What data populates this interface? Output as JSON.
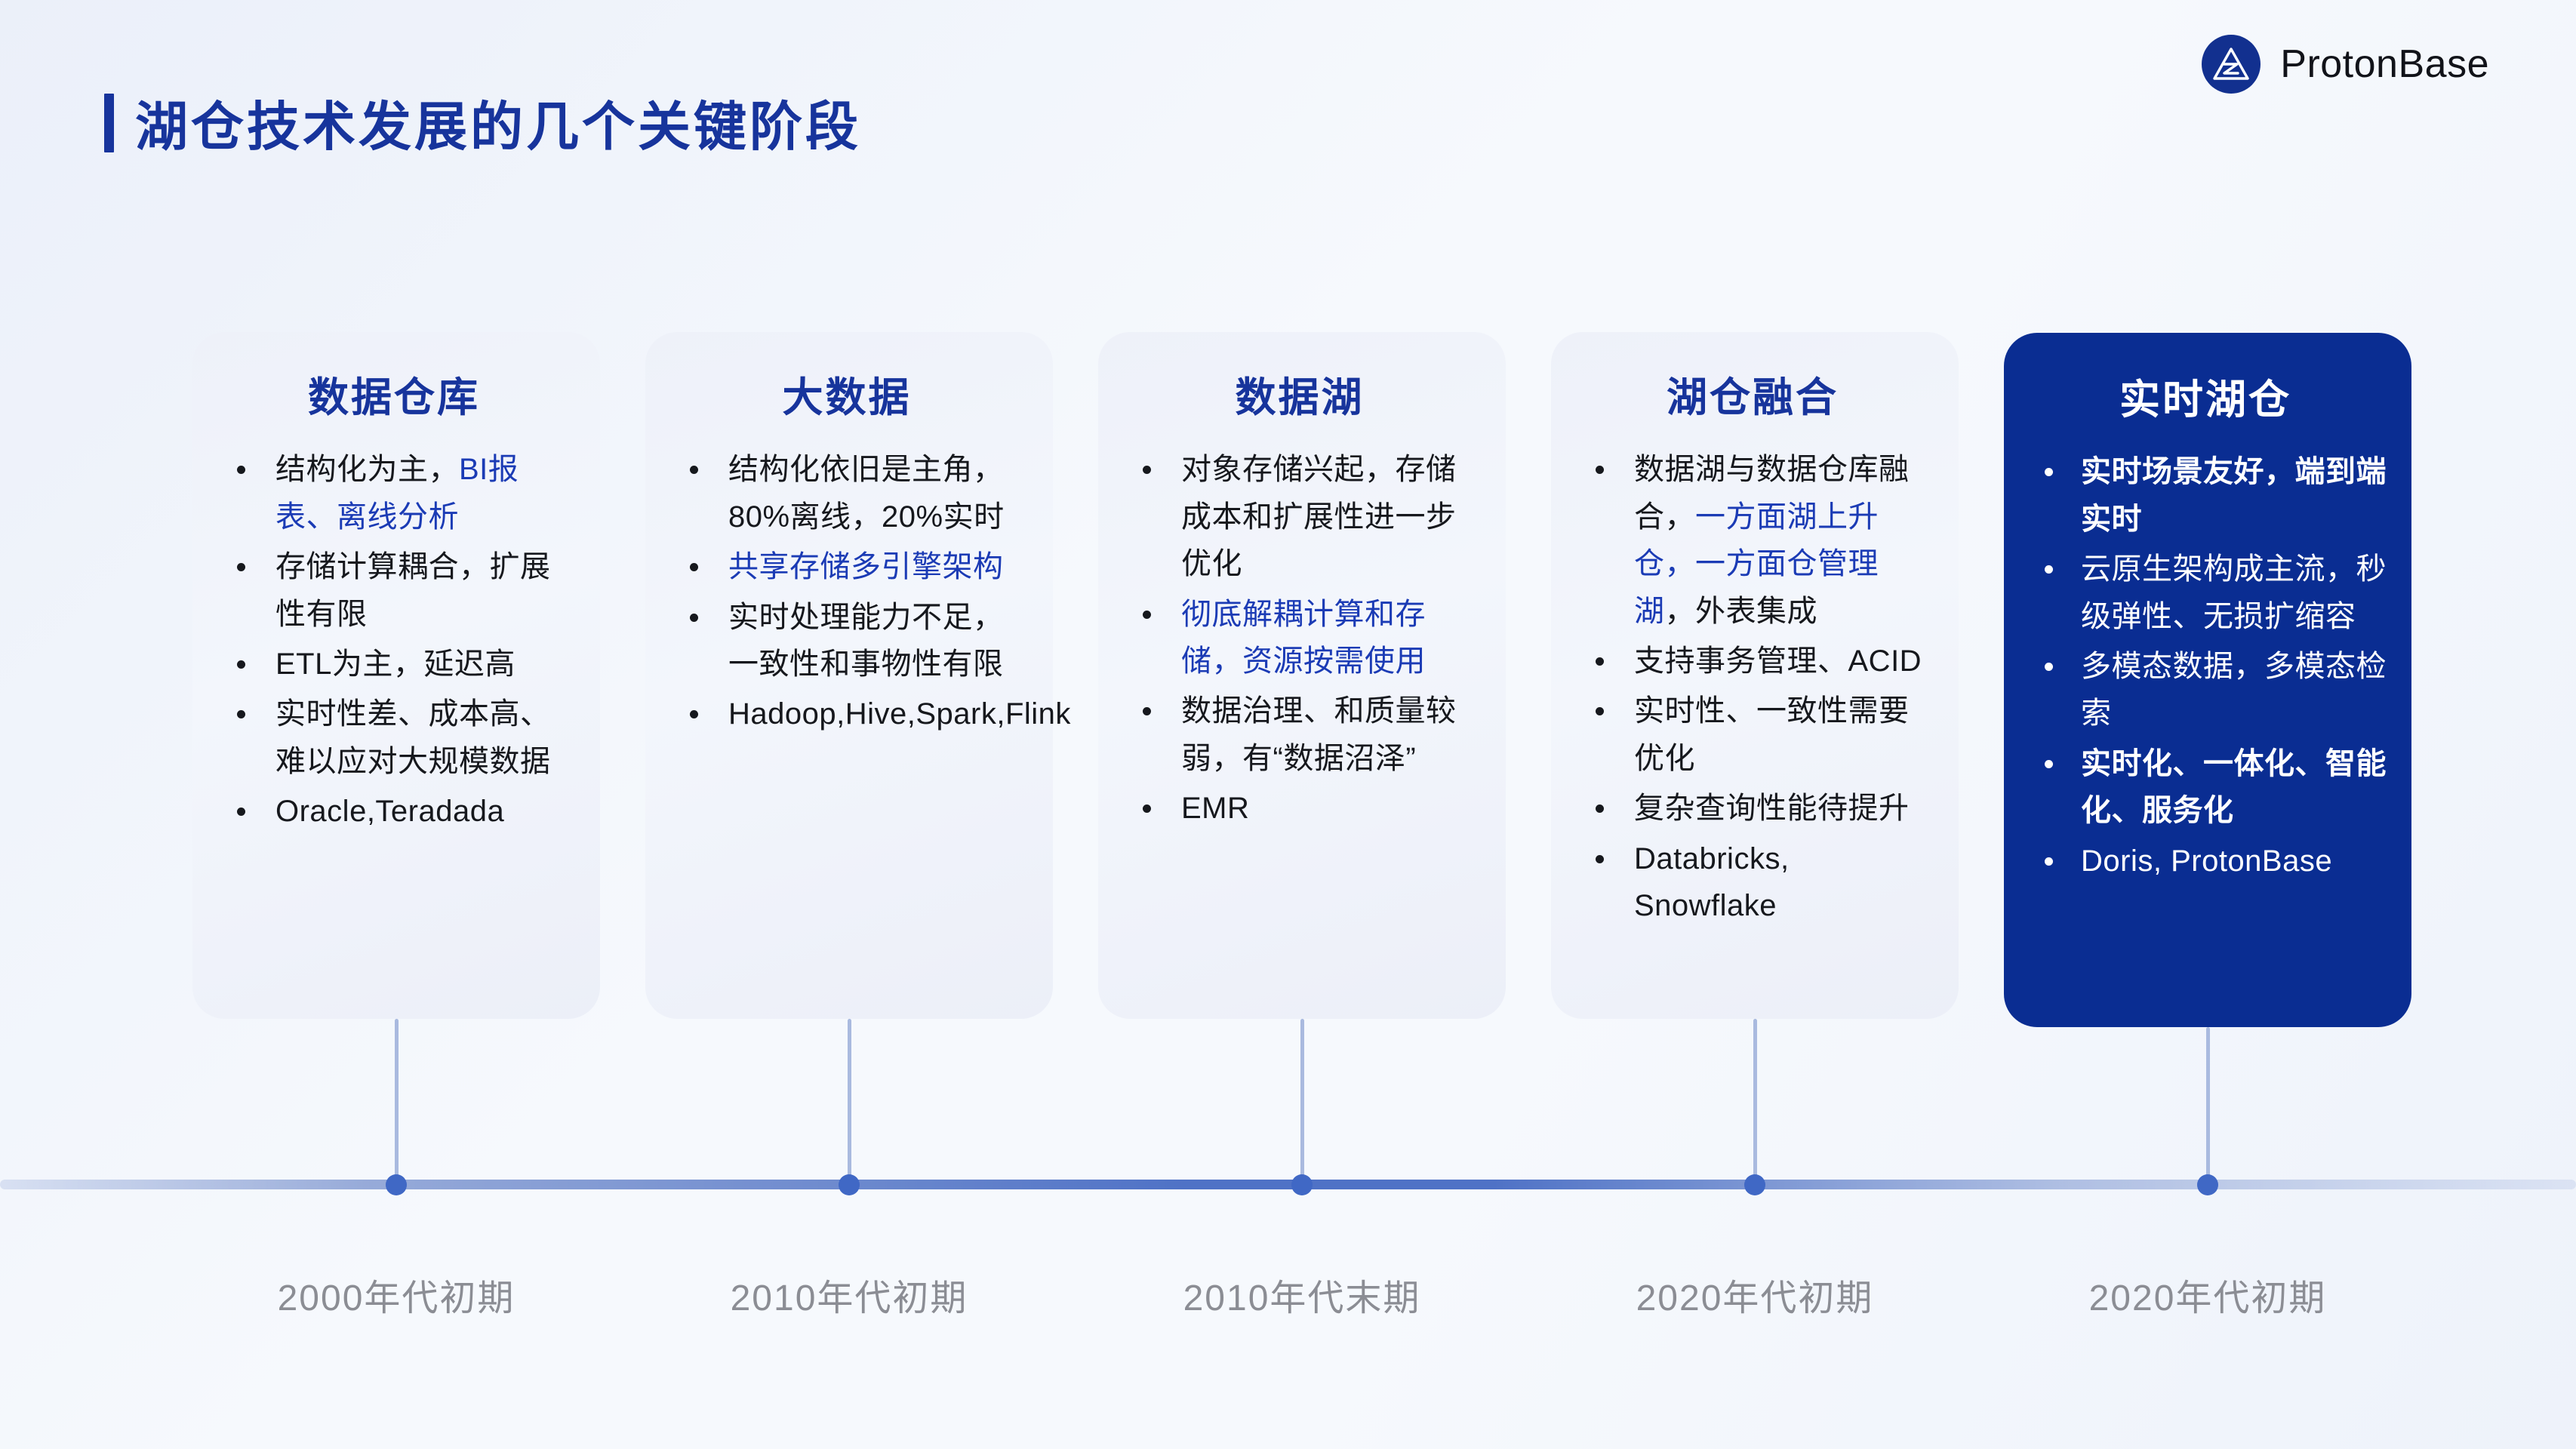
{
  "brand": {
    "name": "ProtonBase",
    "logo_icon": "protonbase-triangle-logo",
    "logo_circle_color": "#12308f"
  },
  "header": {
    "title": "湖仓技术发展的几个关键阶段",
    "accent_color": "#17349c"
  },
  "theme": {
    "page_bg": "#f6f9fd",
    "card_bg": "#eef1f9",
    "card_title_color": "#17349c",
    "highlight_text_color": "#1b3bb5",
    "active_card_bg": "#0a2d92",
    "active_card_text": "#ffffff",
    "timeline_color": "#4f72c6",
    "timeline_dot_color": "#4068c5",
    "year_label_color": "#8b8d94"
  },
  "stages": [
    {
      "title": "数据仓库",
      "year": "2000年代初期",
      "active": false,
      "bullets": [
        {
          "parts": [
            {
              "t": "结构化为主，",
              "hl": false
            },
            {
              "t": "BI报表、离线分析",
              "hl": true
            }
          ]
        },
        {
          "parts": [
            {
              "t": "存储计算耦合，扩展性有限",
              "hl": false
            }
          ]
        },
        {
          "parts": [
            {
              "t": "ETL为主，延迟高",
              "hl": false
            }
          ]
        },
        {
          "parts": [
            {
              "t": "实时性差、成本高、难以应对大规模数据",
              "hl": false
            }
          ]
        },
        {
          "parts": [
            {
              "t": "Oracle,Teradada",
              "hl": false
            }
          ]
        }
      ]
    },
    {
      "title": "大数据",
      "year": "2010年代初期",
      "active": false,
      "bullets": [
        {
          "parts": [
            {
              "t": "结构化依旧是主角，80%离线，20%实时",
              "hl": false
            }
          ]
        },
        {
          "parts": [
            {
              "t": "共享存储多引擎架构",
              "hl": true
            }
          ]
        },
        {
          "parts": [
            {
              "t": "实时处理能力不足，一致性和事物性有限",
              "hl": false
            }
          ]
        },
        {
          "parts": [
            {
              "t": "Hadoop,Hive,Spark,Flink",
              "hl": false
            }
          ]
        }
      ]
    },
    {
      "title": "数据湖",
      "year": "2010年代末期",
      "active": false,
      "bullets": [
        {
          "parts": [
            {
              "t": "对象存储兴起，存储成本和扩展性进一步优化",
              "hl": false
            }
          ]
        },
        {
          "parts": [
            {
              "t": "彻底解耦计算和存储，资源按需使用",
              "hl": true
            }
          ]
        },
        {
          "parts": [
            {
              "t": "数据治理、和质量较弱，有“数据沼泽”",
              "hl": false
            }
          ]
        },
        {
          "parts": [
            {
              "t": "EMR",
              "hl": false
            }
          ]
        }
      ]
    },
    {
      "title": "湖仓融合",
      "year": "2020年代初期",
      "active": false,
      "bullets": [
        {
          "parts": [
            {
              "t": "数据湖与数据仓库融合，",
              "hl": false
            },
            {
              "t": "一方面湖上升仓，一方面仓管理湖",
              "hl": true
            },
            {
              "t": "，外表集成",
              "hl": false
            }
          ]
        },
        {
          "parts": [
            {
              "t": "支持事务管理、ACID",
              "hl": false
            }
          ]
        },
        {
          "parts": [
            {
              "t": "实时性、一致性需要优化",
              "hl": false
            }
          ]
        },
        {
          "parts": [
            {
              "t": "复杂查询性能待提升",
              "hl": false
            }
          ]
        },
        {
          "parts": [
            {
              "t": "Databricks, Snowflake",
              "hl": false
            }
          ]
        }
      ]
    },
    {
      "title": "实时湖仓",
      "year": "2020年代初期",
      "active": true,
      "bullets": [
        {
          "bold": true,
          "parts": [
            {
              "t": "实时场景友好，端到端实时",
              "hl": false
            }
          ]
        },
        {
          "bold": false,
          "parts": [
            {
              "t": "云原生架构成主流，秒级弹性、无损扩缩容",
              "hl": false
            }
          ]
        },
        {
          "bold": false,
          "parts": [
            {
              "t": "多模态数据，多模态检索",
              "hl": false
            }
          ]
        },
        {
          "bold": true,
          "parts": [
            {
              "t": "实时化、一体化、智能化、服务化",
              "hl": false
            }
          ]
        },
        {
          "bold": false,
          "parts": [
            {
              "t": "Doris, ProtonBase",
              "hl": false
            }
          ]
        }
      ]
    }
  ]
}
